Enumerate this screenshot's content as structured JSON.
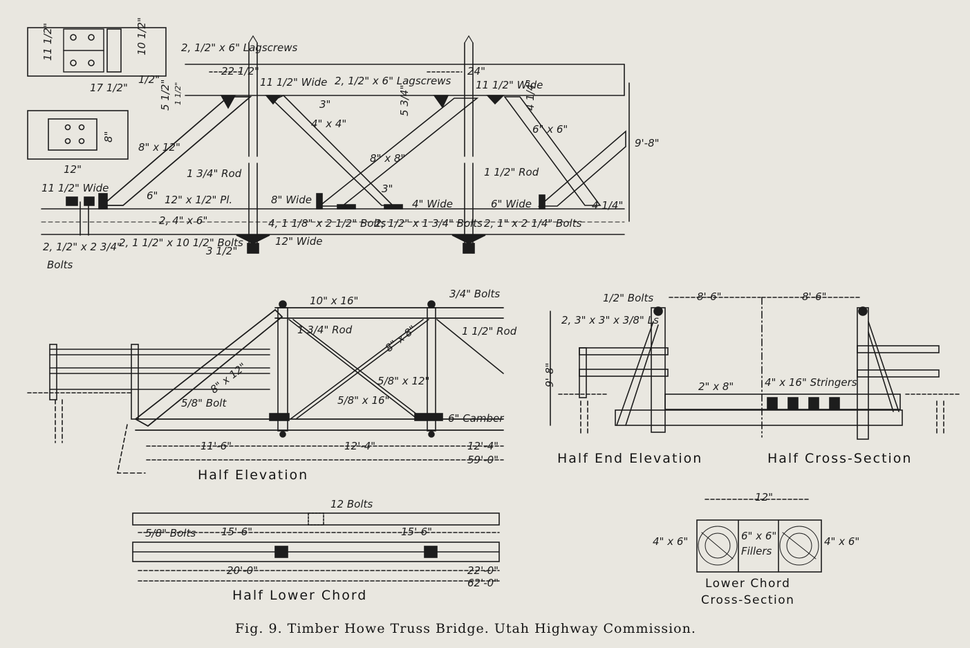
{
  "caption": "Fig. 9.  Timber Howe Truss Bridge.  Utah Highway Commission.",
  "views": {
    "half_elevation": "Half Elevation",
    "half_end_elevation": "Half End Elevation",
    "half_cross_section": "Half Cross-Section",
    "half_lower_chord": "Half Lower Chord",
    "lower_chord_cross_section_1": "Lower Chord",
    "lower_chord_cross_section_2": "Cross-Section"
  },
  "detail_labels": {
    "lagscrews_left": "2, 1/2\" x 6\" Lagscrews",
    "lagscrews_right": "2, 1/2\" x 6\" Lagscrews",
    "dim_22_5": "22 1/2\"",
    "dim_24": "24\"",
    "wide_11_5_a": "11 1/2\" Wide",
    "wide_11_5_b": "11 1/2\" Wide",
    "dim_3_top": "3\"",
    "brace_4x4": "4\" x 4\"",
    "member_8x12": "8\" x 12\"",
    "member_8x8": "8\" x 8\"",
    "member_6x6": "6\" x 6\"",
    "height_9_8": "9'-8\"",
    "rod_1_75": "1 3/4\" Rod",
    "rod_1_5": "1 1/2\" Rod",
    "wide_11_5_end": "11 1/2\" Wide",
    "dim_6": "6\"",
    "plate": "12\" x 1/2\" Pl.",
    "wide_8": "8\" Wide",
    "dim_3_mid": "3\"",
    "wide_4": "4\" Wide",
    "wide_6": "6\" Wide",
    "dim_4_25": "4 1/4\"",
    "chord_2_4x6": "2, 4\" x 6\"",
    "bolts_4": "4, 1 1/8\" x 2 1/2\" Bolts",
    "bolts_2a": "2, 1/2\" x 1 3/4\" Bolts",
    "bolts_2b": "2, 1\" x 2 1/4\" Bolts",
    "bolts_end_1": "2, 1/2\" x 2 3/4\"",
    "bolts_end_2": "Bolts",
    "bolts_10_5": "2, 1 1/2\" x 10 1/2\" Bolts",
    "wide_12": "12\" Wide",
    "dim_3_5": "3 1/2\"",
    "dim_17_5": "17 1/2\"",
    "dim_11_5_box": "11 1/2\"",
    "dim_10_5_box": "10 1/2\"",
    "dim_half_box": "1/2\"",
    "dim_8_box": "8\"",
    "dim_12_box": "12\"",
    "dim_5_5": "5 1/2\"",
    "dim_1_5_small": "1 1/2\"",
    "dim_5_3_4": "5 3/4\"",
    "dim_4_4": "4 1/4\""
  },
  "elevation_labels": {
    "top_chord": "10\" x 16\"",
    "bolts_3_4": "3/4\" Bolts",
    "rod_1_75": "1 3/4\" Rod",
    "rod_1_5": "1 1/2\" Rod",
    "end_post": "8\" x 12\"",
    "brace_8x8": "8\" x 8\"",
    "counter_a": "5/8\" x 12\"",
    "counter_b": "5/8\" x 16\"",
    "bolt": "5/8\" Bolt",
    "camber": "6\" Camber",
    "panel_1": "11'-6\"",
    "panel_2": "12'-4\"",
    "panel_3": "12'-4\"",
    "half_span": "59'-0\""
  },
  "end_labels": {
    "bolts_half": "1/2\" Bolts",
    "angles": "2, 3\" x 3\" x 3/8\" Ls",
    "spacing_a": "8'-6\"",
    "spacing_b": "8'-6\"",
    "height": "9'-8\"",
    "plank": "2\" x 8\"",
    "stringers": "4\" x 16\" Stringers"
  },
  "chord_labels": {
    "bolts_12": "12 Bolts",
    "bolts_5_8": "5/8\" Bolts",
    "seg_a": "15'-6\"",
    "seg_b": "15'-6\"",
    "seg_c": "20'-0\"",
    "seg_d": "22'-0\"",
    "total": "62'-0\""
  },
  "section_labels": {
    "width": "12\"",
    "left_piece": "4\" x 6\"",
    "right_piece": "4\" x 6\"",
    "fillers_1": "6\" x 6\"",
    "fillers_2": "Fillers"
  },
  "colors": {
    "paper": "#e9e7e0",
    "ink": "#1d1d1d"
  }
}
